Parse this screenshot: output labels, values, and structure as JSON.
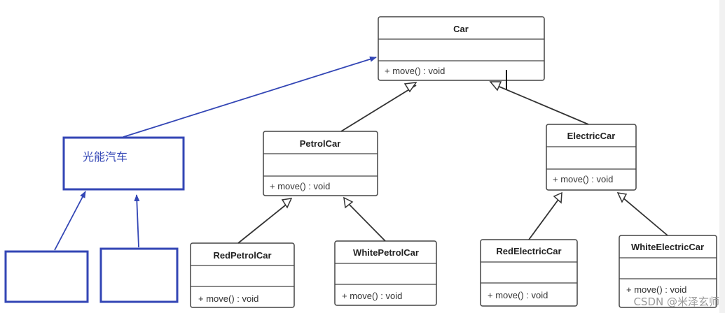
{
  "classes": {
    "car": {
      "name": "Car",
      "method": "+ move() : void"
    },
    "petrol": {
      "name": "PetrolCar",
      "method": "+ move() : void"
    },
    "electric": {
      "name": "ElectricCar",
      "method": "+ move() : void"
    },
    "red_petrol": {
      "name": "RedPetrolCar",
      "method": "+ move() : void"
    },
    "white_petrol": {
      "name": "WhitePetrolCar",
      "method": "+ move() : void"
    },
    "red_electric": {
      "name": "RedElectricCar",
      "method": "+ move() : void"
    },
    "white_electric": {
      "name": "WhiteElectricCar",
      "method": "+ move() : void"
    }
  },
  "annotation": {
    "solar_car_label": "光能汽车"
  },
  "watermark": "CSDN @米泽玄师",
  "colors": {
    "annotation_blue": "#3346b5",
    "uml_line": "#444444"
  }
}
